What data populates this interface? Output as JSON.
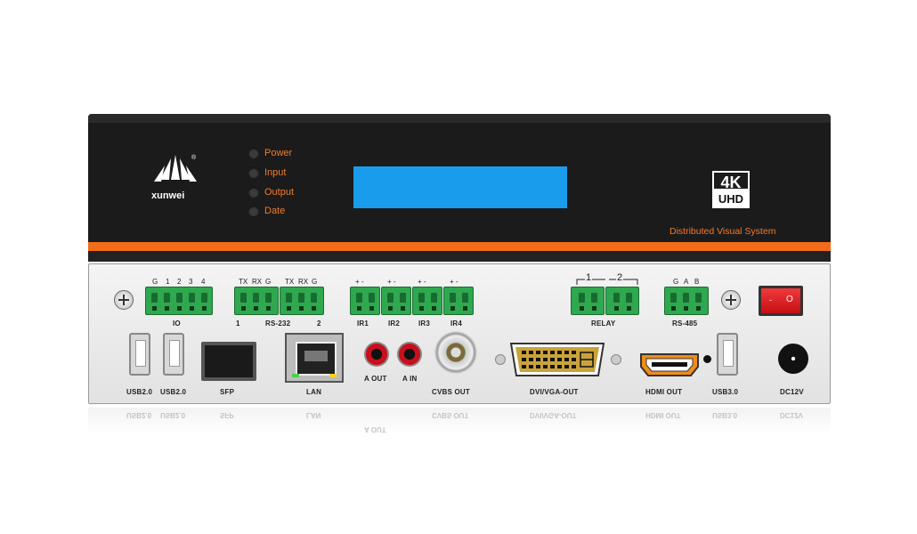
{
  "front_panel": {
    "brand": "xunwei",
    "registered_mark": "®",
    "leds": [
      {
        "label": "Power"
      },
      {
        "label": "Input"
      },
      {
        "label": "Output"
      },
      {
        "label": "Date"
      }
    ],
    "badge_top": "4K",
    "badge_bottom": "UHD",
    "tagline": "Distributed Visual System",
    "colors": {
      "accent": "#f26c1a",
      "lcd": "#1a9cec",
      "body": "#1b1b1b"
    }
  },
  "rear_panel": {
    "io": {
      "pins": [
        "G",
        "1",
        "2",
        "3",
        "4"
      ],
      "label": "IO"
    },
    "rs232": {
      "pins": [
        "TX",
        "RX",
        "G",
        "TX",
        "RX",
        "G"
      ],
      "port1": "1",
      "label": "RS-232",
      "port2": "2"
    },
    "ir": [
      {
        "pins": "+ -",
        "label": "IR1"
      },
      {
        "pins": "+ -",
        "label": "IR2"
      },
      {
        "pins": "+ -",
        "label": "IR3"
      },
      {
        "pins": "+ -",
        "label": "IR4"
      }
    ],
    "relay": {
      "num1": "1",
      "num2": "2",
      "label": "RELAY"
    },
    "rs485": {
      "pins": [
        "G",
        "A",
        "B"
      ],
      "label": "RS-485"
    },
    "ports": {
      "usb2_a": "USB2.0",
      "usb2_b": "USB2.0",
      "sfp": "SFP",
      "lan": "LAN",
      "a_out": "A OUT",
      "a_in": "A IN",
      "cvbs": "CVBS OUT",
      "dvi": "DVI/VGA-OUT",
      "hdmi": "HDMI OUT",
      "usb3": "USB3.0",
      "dc": "DC12V"
    },
    "power_switch": {
      "off": "-",
      "on": "O",
      "color": "#e0151b"
    }
  }
}
